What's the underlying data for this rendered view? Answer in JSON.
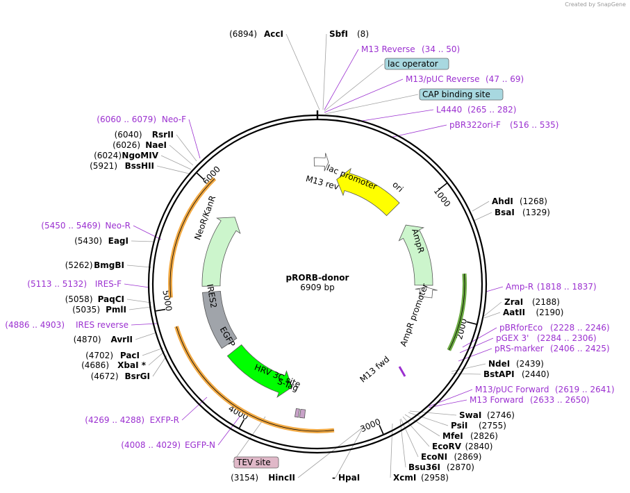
{
  "credit": "Created by SnapGene",
  "plasmid": {
    "name": "pRORB-donor",
    "size_label": "6909 bp",
    "length": 6909
  },
  "ticks": [
    {
      "label": "1000",
      "pos": 1000
    },
    {
      "label": "2000",
      "pos": 2000
    },
    {
      "label": "3000",
      "pos": 3000
    },
    {
      "label": "4000",
      "pos": 4000
    },
    {
      "label": "5000",
      "pos": 5000
    },
    {
      "label": "6000",
      "pos": 6000
    }
  ],
  "features": [
    {
      "name": "ori",
      "start": 200,
      "end": 870,
      "color": "#ffff00",
      "direction": "ccw"
    },
    {
      "name": "AmpR",
      "start": 1080,
      "end": 1740,
      "color": "#ccf5cc",
      "direction": "ccw"
    },
    {
      "name": "AmpR promoter",
      "start": 1760,
      "end": 1860,
      "color": "#ffffff",
      "direction": "ccw"
    },
    {
      "name": "EGFP",
      "start": 3720,
      "end": 4440,
      "color": "#00ff00",
      "direction": "ccw"
    },
    {
      "name": "IRES2",
      "start": 4530,
      "end": 5100,
      "color": "#a0a4aa",
      "direction": "none"
    },
    {
      "name": "NeoR/KanR",
      "start": 5160,
      "end": 5930,
      "color": "#ccf5cc",
      "direction": "cw"
    },
    {
      "name": "lac promoter",
      "start": 6880,
      "end": 100,
      "color": "#ffffff",
      "direction": "cw"
    },
    {
      "name": "S-Tag",
      "start": 3560,
      "end": 3600,
      "color": "#c8a2c8",
      "direction": "none"
    },
    {
      "name": "HRV 3C site",
      "start": 3610,
      "end": 3640,
      "color": "#c8a2c8",
      "direction": "none"
    }
  ],
  "feature_labels": {
    "ori": "ori",
    "AmpR": "AmpR",
    "AmpR_promoter": "AmpR promoter",
    "EGFP": "EGFP",
    "IRES2": "IRES2",
    "NeoR": "NeoR/KanR",
    "lac_promoter": "lac promoter",
    "M13_rev": "M13 rev",
    "M13_fwd": "M13 fwd",
    "HRV": "HRV 3C site",
    "STag": "S-Tag"
  },
  "orange_arcs": [
    {
      "start": 1650,
      "end": 2240,
      "color": "#5aa02c"
    },
    {
      "start": 3330,
      "end": 4860,
      "color": "#f0a030"
    },
    {
      "start": 5080,
      "end": 6060,
      "color": "#f0a030"
    }
  ],
  "sites": [
    {
      "name": "AccI",
      "num": "(6894)",
      "side": "left"
    },
    {
      "name": "SbfI",
      "num": "(8)",
      "side": "right"
    },
    {
      "name": "AhdI",
      "num": "(1268)",
      "side": "right"
    },
    {
      "name": "BsaI",
      "num": "(1329)",
      "side": "right"
    },
    {
      "name": "ZraI",
      "num": "(2188)",
      "side": "right"
    },
    {
      "name": "AatII",
      "num": "(2190)",
      "side": "right"
    },
    {
      "name": "NdeI",
      "num": "(2439)",
      "side": "right"
    },
    {
      "name": "BstAPI",
      "num": "(2440)",
      "side": "right"
    },
    {
      "name": "SwaI",
      "num": "(2746)",
      "side": "right"
    },
    {
      "name": "PsiI",
      "num": "(2755)",
      "side": "right"
    },
    {
      "name": "MfeI",
      "num": "(2826)",
      "side": "right"
    },
    {
      "name": "EcoRV",
      "num": "(2840)",
      "side": "right"
    },
    {
      "name": "EcoNI",
      "num": "(2869)",
      "side": "right"
    },
    {
      "name": "Bsu36I",
      "num": "(2870)",
      "side": "right"
    },
    {
      "name": "XcmI",
      "num": "(2958)",
      "side": "right"
    },
    {
      "name": "HincII",
      "num": "(3154)",
      "side": "left"
    },
    {
      "name": "HpaI",
      "num": "",
      "side": "right"
    },
    {
      "name": "BsrGI",
      "num": "(4672)",
      "side": "left"
    },
    {
      "name": "XbaI *",
      "num": "(4686)",
      "side": "left"
    },
    {
      "name": "PacI",
      "num": "(4702)",
      "side": "left"
    },
    {
      "name": "AvrII",
      "num": "(4870)",
      "side": "left"
    },
    {
      "name": "PmlI",
      "num": "(5035)",
      "side": "left"
    },
    {
      "name": "PaqCI",
      "num": "(5058)",
      "side": "left"
    },
    {
      "name": "BmgBI",
      "num": "(5262)",
      "side": "left"
    },
    {
      "name": "EagI",
      "num": "(5430)",
      "side": "left"
    },
    {
      "name": "BssHII",
      "num": "(5921)",
      "side": "left"
    },
    {
      "name": "NgoMIV",
      "num": "(6024)",
      "side": "left"
    },
    {
      "name": "NaeI",
      "num": "(6026)",
      "side": "left"
    },
    {
      "name": "RsrII",
      "num": "(6040)",
      "side": "left"
    }
  ],
  "primers": [
    {
      "name": "M13 Reverse",
      "range": "(34 .. 50)",
      "side": "right"
    },
    {
      "name": "M13/pUC Reverse",
      "range": "(47 .. 69)",
      "side": "right"
    },
    {
      "name": "L4440",
      "range": "(265 .. 282)",
      "side": "right"
    },
    {
      "name": "pBR322ori-F",
      "range": "(516 .. 535)",
      "side": "right"
    },
    {
      "name": "Amp-R",
      "range": "(1818 .. 1837)",
      "side": "right"
    },
    {
      "name": "pBRforEco",
      "range": "(2228 .. 2246)",
      "side": "right"
    },
    {
      "name": "pGEX 3'",
      "range": "(2284 .. 2306)",
      "side": "right"
    },
    {
      "name": "pRS-marker",
      "range": "(2406 .. 2425)",
      "side": "right"
    },
    {
      "name": "M13/pUC Forward",
      "range": "(2619 .. 2641)",
      "side": "right"
    },
    {
      "name": "M13 Forward",
      "range": "(2633 .. 2650)",
      "side": "right"
    },
    {
      "name": "EGFP-N",
      "range": "(4008 .. 4029)",
      "side": "left"
    },
    {
      "name": "EXFP-R",
      "range": "(4269 .. 4288)",
      "side": "left"
    },
    {
      "name": "IRES reverse",
      "range": "(4886 .. 4903)",
      "side": "left"
    },
    {
      "name": "IRES-F",
      "range": "(5113 .. 5132)",
      "side": "left"
    },
    {
      "name": "Neo-R",
      "range": "(5450 .. 5469)",
      "side": "left"
    },
    {
      "name": "Neo-F",
      "range": "(6060 .. 6079)",
      "side": "left"
    }
  ],
  "boxed": [
    {
      "name": "lac operator",
      "color": "#a8d8e0"
    },
    {
      "name": "CAP binding site",
      "color": "#a8d8e0"
    },
    {
      "name": "TEV site",
      "color": "#e0b8c8"
    }
  ],
  "colors": {
    "site": "#000000",
    "primer": "#9b30d0",
    "leader": "#a0a0a0",
    "backbone": "#000000"
  }
}
